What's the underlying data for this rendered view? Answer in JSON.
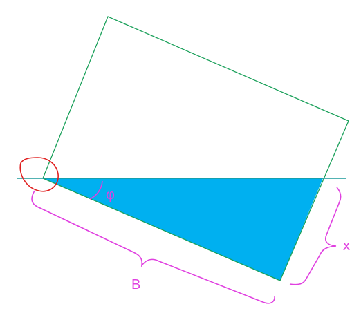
{
  "labels": {
    "angle": "φ",
    "base": "B",
    "height": "x"
  },
  "colors": {
    "outline": "#1aa05a",
    "fill": "#00b0f0",
    "waterline": "#1a9a9a",
    "annotation": "#e040e0",
    "highlight": "#e02020"
  }
}
